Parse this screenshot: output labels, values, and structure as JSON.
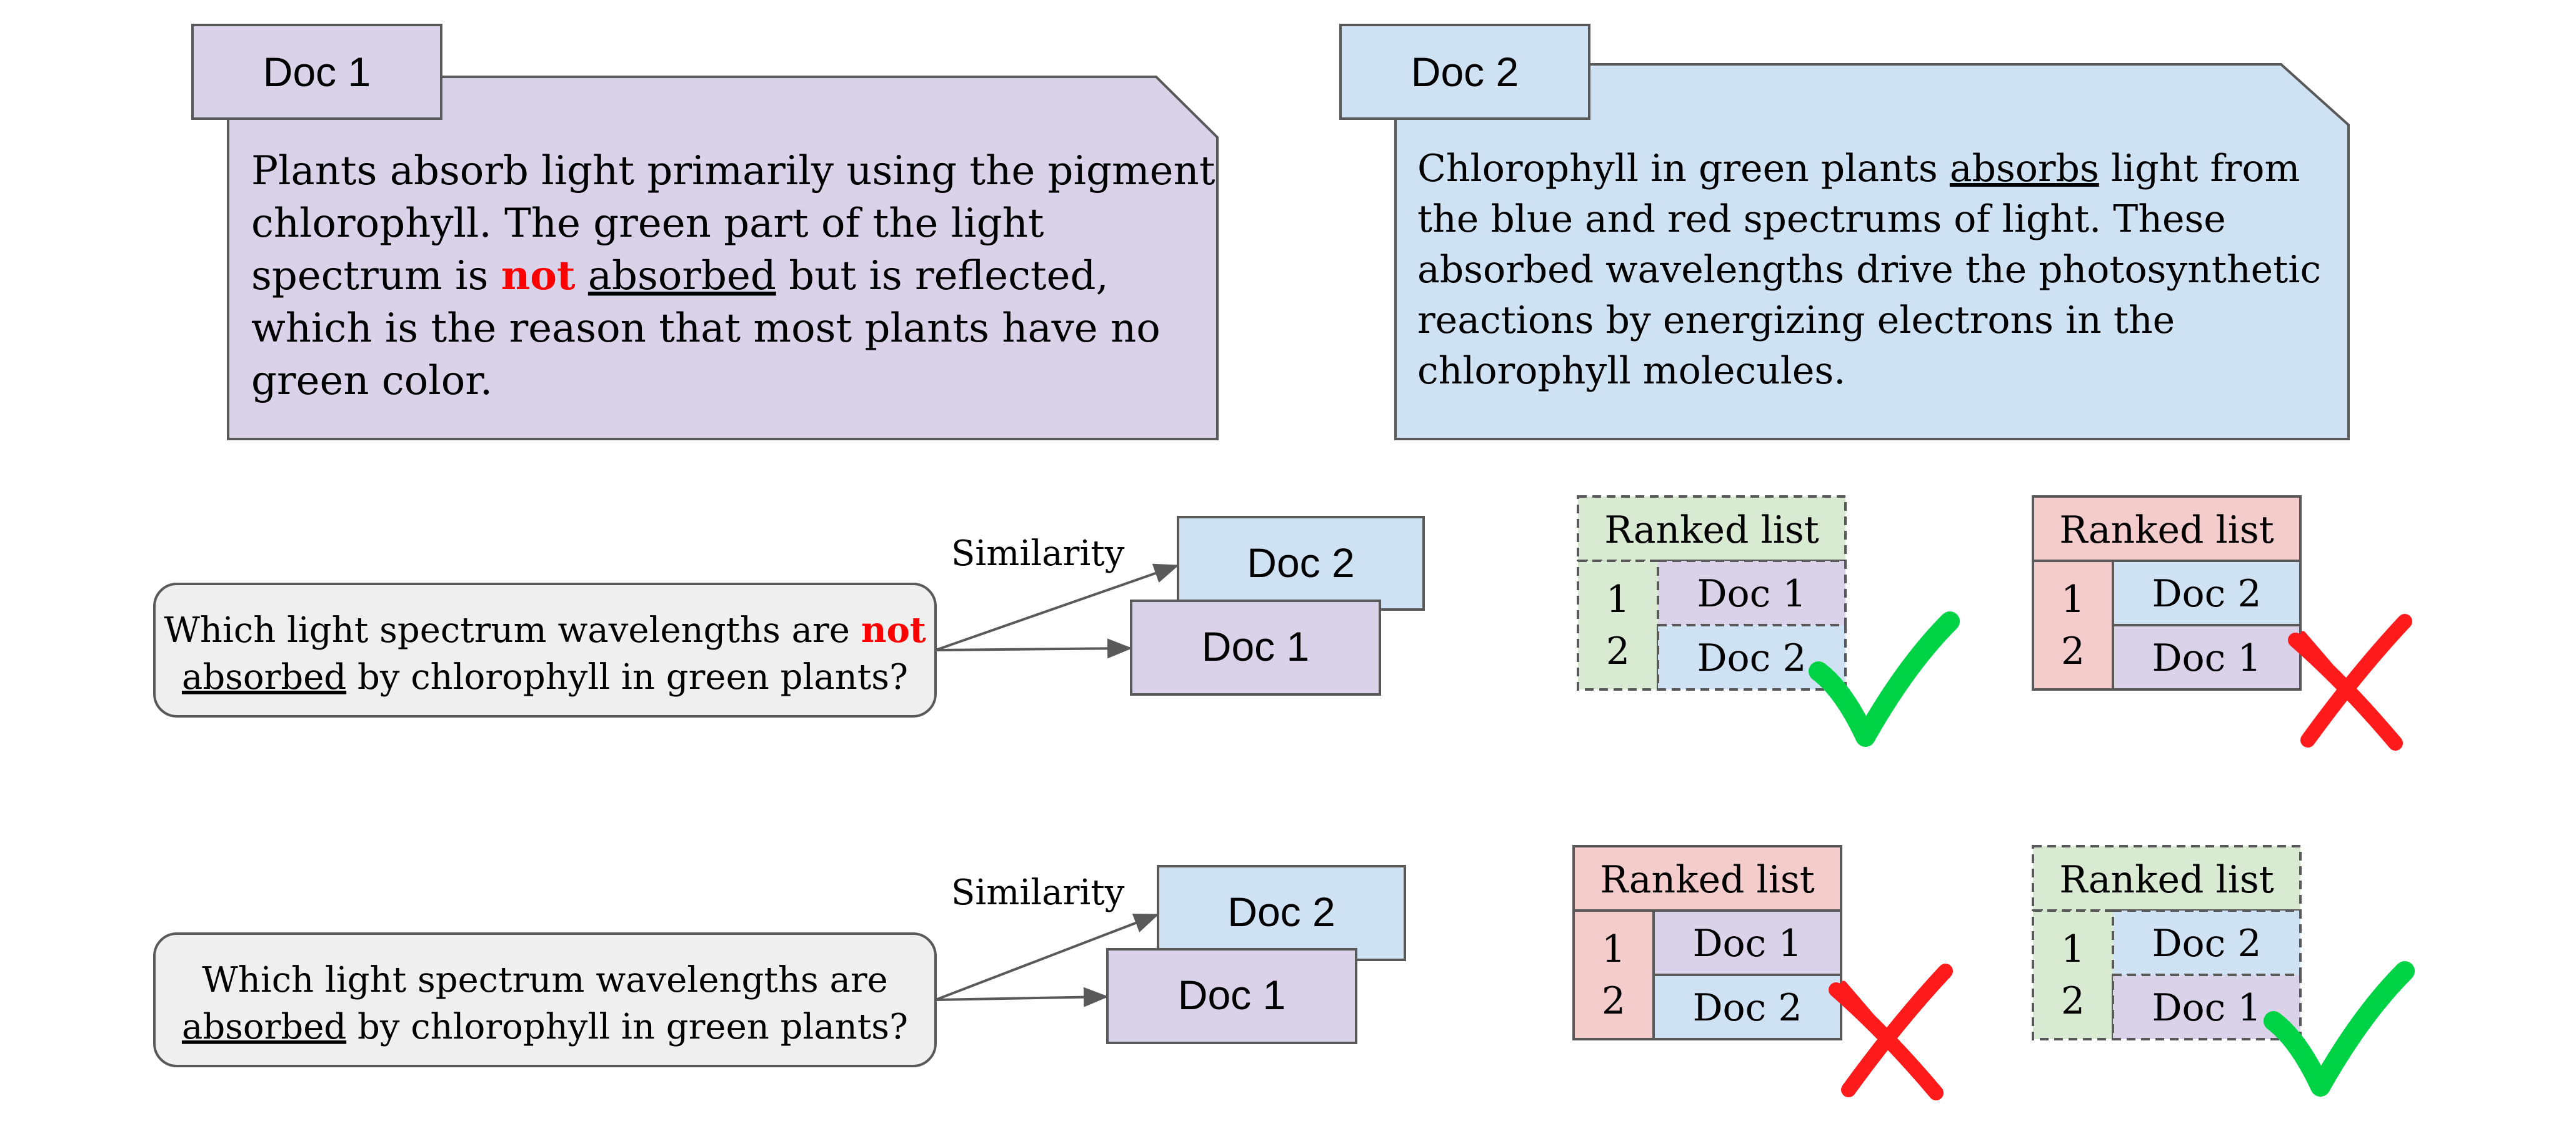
{
  "docs": {
    "doc1": {
      "tab": "Doc 1",
      "lines": [
        [
          "Plants absorb light primarily using the pigment"
        ],
        [
          "chlorophyll. The green part of the light"
        ],
        [
          "spectrum is ",
          {
            "t": "not",
            "style": "neg"
          },
          " ",
          {
            "t": "absorbed",
            "style": "u"
          },
          " but is reflected,"
        ],
        [
          "which is the reason that most plants have no"
        ],
        [
          "green color."
        ]
      ]
    },
    "doc2": {
      "tab": "Doc 2",
      "lines": [
        [
          "Chlorophyll in green plants ",
          {
            "t": "absorbs",
            "style": "u"
          },
          " light from"
        ],
        [
          "the blue and red spectrums of light. These"
        ],
        [
          "absorbed wavelengths drive the photosynthetic"
        ],
        [
          "reactions by energizing electrons in the"
        ],
        [
          "chlorophyll molecules."
        ]
      ]
    }
  },
  "rows": [
    {
      "query_lines": [
        [
          "Which light spectrum wavelengths are ",
          {
            "t": "not",
            "style": "neg"
          }
        ],
        [
          {
            "t": "absorbed",
            "style": "u"
          },
          " by chlorophyll in green plants?"
        ]
      ],
      "similarity_label": "Similarity",
      "stack_back": "Doc 2",
      "stack_front": "Doc 1",
      "lists": [
        {
          "title": "Ranked list",
          "ranks": [
            "1",
            "2"
          ],
          "items": [
            "Doc 1",
            "Doc 2"
          ],
          "verdict": "correct"
        },
        {
          "title": "Ranked list",
          "ranks": [
            "1",
            "2"
          ],
          "items": [
            "Doc 2",
            "Doc 1"
          ],
          "verdict": "wrong"
        }
      ]
    },
    {
      "query_lines": [
        [
          "Which light spectrum wavelengths are"
        ],
        [
          {
            "t": "absorbed",
            "style": "u"
          },
          " by chlorophyll in green plants?"
        ]
      ],
      "similarity_label": "Similarity",
      "stack_back": "Doc 2",
      "stack_front": "Doc 1",
      "lists": [
        {
          "title": "Ranked list",
          "ranks": [
            "1",
            "2"
          ],
          "items": [
            "Doc 1",
            "Doc 2"
          ],
          "verdict": "wrong"
        },
        {
          "title": "Ranked list",
          "ranks": [
            "1",
            "2"
          ],
          "items": [
            "Doc 2",
            "Doc 1"
          ],
          "verdict": "correct"
        }
      ]
    }
  ],
  "colors": {
    "doc1": "#d9d2e9",
    "doc2": "#cfe2f3",
    "query": "#efefef",
    "correct_fill": "#d9ead3",
    "wrong_fill": "#f4cccc",
    "check": "#00d245",
    "cross": "#ff1b1b",
    "negation": "#ff0000",
    "outline": "#595959"
  }
}
